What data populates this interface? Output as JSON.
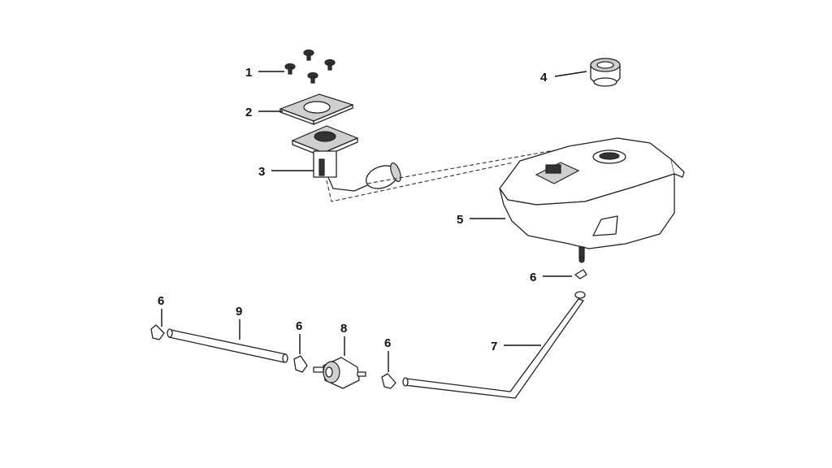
{
  "callouts": [
    {
      "id": "screws",
      "label": "1"
    },
    {
      "id": "gasket-plate",
      "label": "2"
    },
    {
      "id": "fuel-sender",
      "label": "3"
    },
    {
      "id": "fuel-cap",
      "label": "4"
    },
    {
      "id": "fuel-tank",
      "label": "5"
    },
    {
      "id": "clamp-tank",
      "label": "6"
    },
    {
      "id": "clamp-left",
      "label": "6"
    },
    {
      "id": "clamp-mid",
      "label": "6"
    },
    {
      "id": "clamp-right",
      "label": "6"
    },
    {
      "id": "fuel-hose-long",
      "label": "7"
    },
    {
      "id": "fuel-filter",
      "label": "8"
    },
    {
      "id": "fuel-hose-short",
      "label": "9"
    }
  ]
}
